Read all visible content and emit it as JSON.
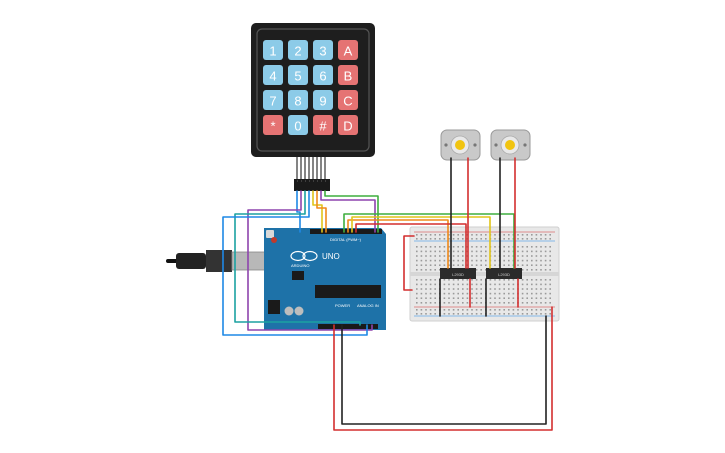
{
  "canvas": {
    "background": "#ffffff"
  },
  "keypad": {
    "rows": [
      [
        {
          "label": "1",
          "color": "#8ccbe8"
        },
        {
          "label": "2",
          "color": "#8ccbe8"
        },
        {
          "label": "3",
          "color": "#8ccbe8"
        },
        {
          "label": "A",
          "color": "#e57373"
        }
      ],
      [
        {
          "label": "4",
          "color": "#8ccbe8"
        },
        {
          "label": "5",
          "color": "#8ccbe8"
        },
        {
          "label": "6",
          "color": "#8ccbe8"
        },
        {
          "label": "B",
          "color": "#e57373"
        }
      ],
      [
        {
          "label": "7",
          "color": "#8ccbe8"
        },
        {
          "label": "8",
          "color": "#8ccbe8"
        },
        {
          "label": "9",
          "color": "#8ccbe8"
        },
        {
          "label": "C",
          "color": "#e57373"
        }
      ],
      [
        {
          "label": "*",
          "color": "#e57373"
        },
        {
          "label": "0",
          "color": "#8ccbe8"
        },
        {
          "label": "#",
          "color": "#e57373"
        },
        {
          "label": "D",
          "color": "#e57373"
        }
      ]
    ],
    "body_color": "#1e1e1e"
  },
  "arduino": {
    "brand": "UNO",
    "logo_text": "ARDUINO",
    "digital_label": "DIGITAL (PWM~)",
    "power_label": "POWER",
    "analog_label": "ANALOG IN",
    "board_color": "#1e72a8"
  },
  "breadboard": {
    "color": "#e8e8e8"
  },
  "drivers": [
    {
      "label": "L293D"
    },
    {
      "label": "L293D"
    }
  ],
  "motors": [
    {
      "name": "dc-motor-1",
      "icon": "motor-icon"
    },
    {
      "name": "dc-motor-2",
      "icon": "motor-icon"
    }
  ],
  "wire_colors": {
    "red": "#d32f2f",
    "black": "#222222",
    "green": "#3fae3f",
    "orange": "#ef8a1c",
    "yellow": "#e0c419",
    "purple": "#8e44ad",
    "blue": "#1e88e5",
    "teal": "#1ba1a1",
    "brown": "#8d6e63"
  }
}
